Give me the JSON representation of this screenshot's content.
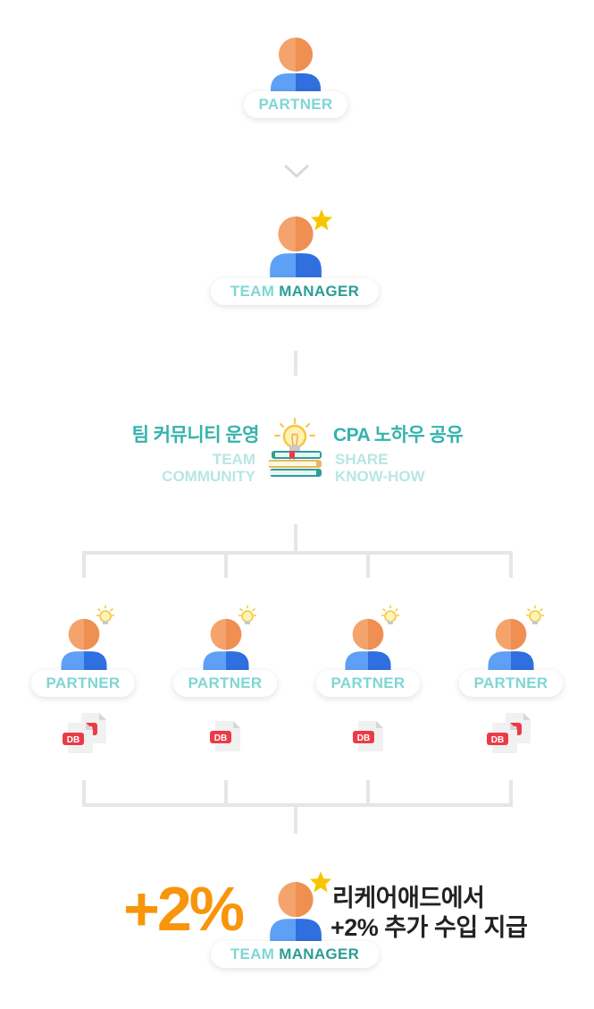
{
  "top_partner": {
    "label": "PARTNER"
  },
  "manager": {
    "label_a": "TEAM",
    "label_b": "MANAGER"
  },
  "benefits": {
    "left_ko": "팀 커뮤니티 운영",
    "left_en_1": "TEAM",
    "left_en_2": "COMMUNITY",
    "right_ko": "CPA 노하우 공유",
    "right_en_1": "SHARE",
    "right_en_2": "KNOW-HOW"
  },
  "partners": [
    {
      "label": "PARTNER",
      "db_label": "DB",
      "db_stack": 2
    },
    {
      "label": "PARTNER",
      "db_label": "DB",
      "db_stack": 1
    },
    {
      "label": "PARTNER",
      "db_label": "DB",
      "db_stack": 1
    },
    {
      "label": "PARTNER",
      "db_label": "DB",
      "db_stack": 2
    }
  ],
  "bottom": {
    "plus": "+2%",
    "line1": "리케어애드에서",
    "line2": "+2% 추가 수입 지급",
    "manager_a": "TEAM",
    "manager_b": "MANAGER"
  },
  "colors": {
    "teal": "#34b3ac",
    "orange": "#f7950b",
    "skin": "#f4a36c",
    "shirt": "#4d8ff0"
  },
  "icons": [
    "person-icon",
    "star-icon",
    "chevron-down-icon",
    "lightbulb-books-icon",
    "lightbulb-icon",
    "db-file-icon"
  ]
}
